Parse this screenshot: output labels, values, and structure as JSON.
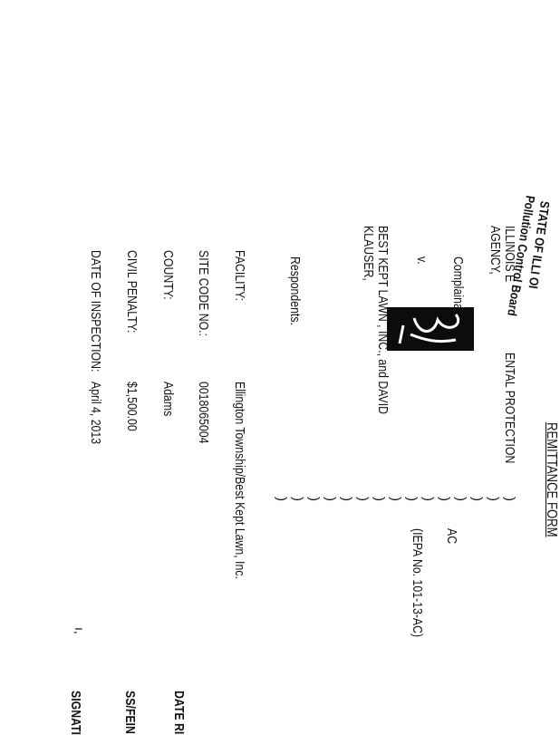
{
  "stamp": {
    "line1": "STATE OF ILLI OI",
    "line2": "Pollution Control Board"
  },
  "title": "REMITTANCE FORM",
  "caption": {
    "agency_line1": "ILLINOIS E",
    "agency_line1b": "ENTAL PROTECTION",
    "agency_line2": "AGENCY,",
    "complainant": "Complainant,",
    "versus": "v.",
    "respondent_line1": "BEST KEPT LAWN , INC., and DAVID",
    "respondent_line2": "KLAUSER,",
    "respondents": "Respondents."
  },
  "case": {
    "ac": "AC",
    "iepa": "(IEPA No. 101-13-AC)"
  },
  "fields": [
    {
      "label": "FACILITY:",
      "value": "Ellington Township/Best Kept Lawn, Inc."
    },
    {
      "label": "SITE CODE NO.:",
      "value": "0018065004"
    },
    {
      "label": "COUNTY:",
      "value": "Adams"
    },
    {
      "label": "CIVIL PENALTY:",
      "value": "$1,500.00"
    },
    {
      "label": "DATE OF INSPECTION:",
      "value": "April 4, 2013"
    }
  ],
  "cut_off_right": {
    "date": "DATE RI",
    "ssfein": "SS/FEIN",
    "signature": "SIGNATI"
  },
  "mark": "ı,"
}
